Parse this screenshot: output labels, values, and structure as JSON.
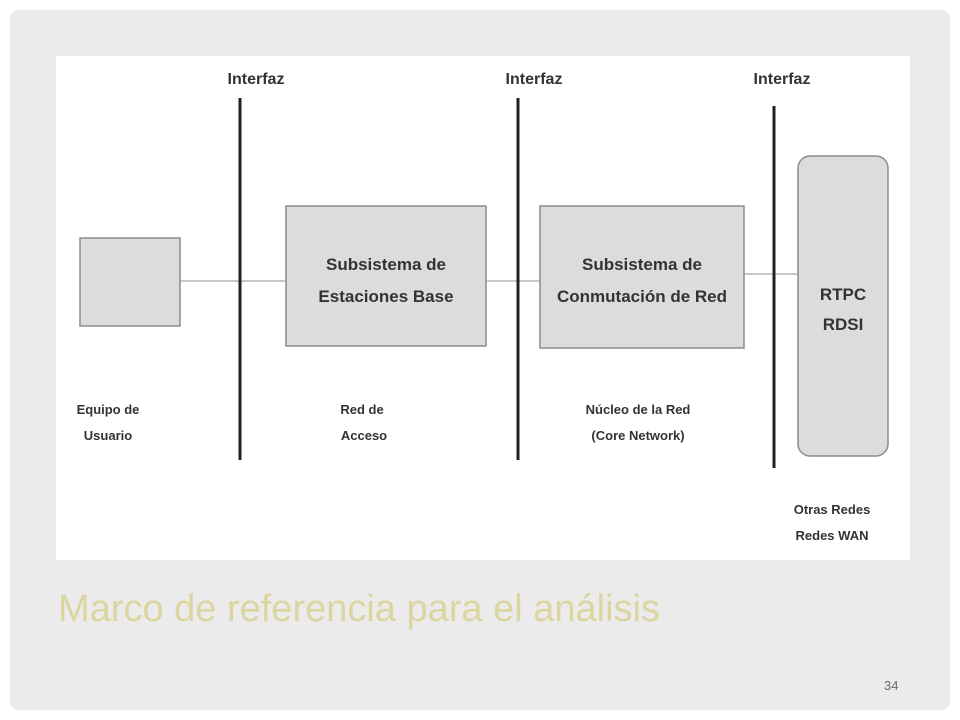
{
  "slide": {
    "title": "Marco de referencia para el análisis",
    "page_number": "34"
  },
  "diagram": {
    "interfaces": [
      "Interfaz",
      "Interfaz",
      "Interfaz"
    ],
    "blocks": {
      "bss_line1": "Subsistema de",
      "bss_line2": "Estaciones Base",
      "nss_line1": "Subsistema de",
      "nss_line2": "Conmutación de Red",
      "pstn_line1": "RTPC",
      "pstn_line2": "RDSI"
    },
    "captions": {
      "user_line1": "Equipo de",
      "user_line2": "Usuario",
      "access_line1": "Red de",
      "access_line2": "Acceso",
      "core_line1": "Núcleo de la Red",
      "core_line2": "(Core Network)",
      "other_line1": "Otras Redes",
      "other_line2": "Redes WAN"
    },
    "colors": {
      "block_fill": "#dcdcdc",
      "block_stroke": "#8c8c8c",
      "interface_line": "#222222",
      "title_color": "#ddd5a0"
    }
  }
}
